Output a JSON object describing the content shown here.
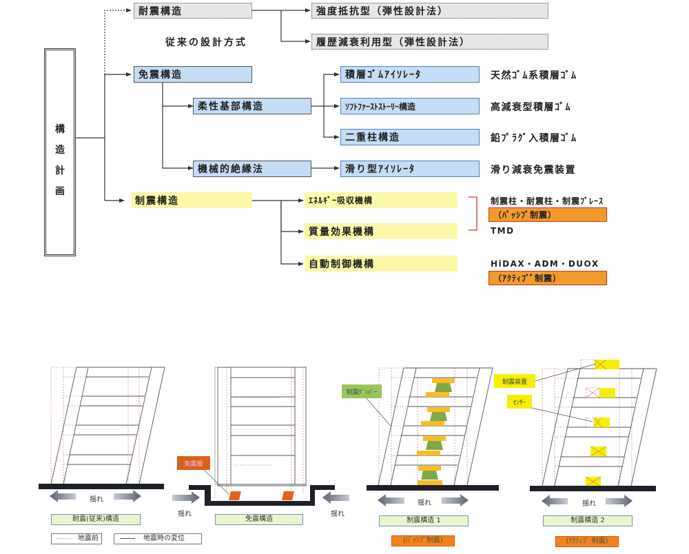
{
  "title": "構造計画",
  "title_chars": [
    "構",
    "造",
    "計",
    "画"
  ],
  "conventional_label": "従来の設計方式",
  "tree": {
    "seismic_resistant": {
      "label": "耐震構造",
      "children": [
        "強度抵抗型（弾性設計法）",
        "履歴減衰利用型（弾性設計法）"
      ]
    },
    "base_isolation": {
      "label": "免震構造",
      "flexible_base": {
        "label": "柔性基部構造",
        "children": [
          {
            "label": "積層ｺﾞﾑｱｲｿﾚｰﾀ",
            "note": "天然ｺﾞﾑ系積層ｺﾞﾑ"
          },
          {
            "label": "ｿﾌﾄﾌｧｰｽﾄｽﾄｰﾘｰ構造",
            "note": "高減衰型積層ｺﾞﾑ"
          },
          {
            "label": "二重柱構造",
            "note": "鉛ﾌﾟﾗｸﾞ入積層ｺﾞﾑ"
          }
        ]
      },
      "mechanical": {
        "label": "機械的絶縁法",
        "children": [
          {
            "label": "滑り型ｱｲｿﾚｰﾀ",
            "note": "滑り減衰免震装置"
          }
        ]
      }
    },
    "vibration_control": {
      "label": "制震構造",
      "children": [
        {
          "label": "ｴﾈﾙｷﾞｰ吸収機構",
          "note": "制震柱・耐震柱・制震ﾌﾞﾚｰｽ"
        },
        {
          "label": "質量効果機構",
          "note": "TMD"
        },
        {
          "label": "自動制御機構",
          "note": "HiDAX・ADM・DUOX"
        }
      ],
      "passive_tag": "（ﾊﾟｯｼﾌﾞ制震）",
      "active_tag": "（ｱｸﾃｨﾌﾞﾞ制震）"
    }
  },
  "bottom": {
    "sway_label": "揺れ",
    "panels": [
      {
        "caption": "耐震(従来)構造"
      },
      {
        "caption": "免震構造",
        "callout": "免震層"
      },
      {
        "caption": "制震構造 1",
        "callout": "制震ﾀﾞﾝﾊﾟｰ",
        "subcaption": "(ﾊﾟｯｼﾌﾞ制震)"
      },
      {
        "caption": "制震構造 2",
        "callout_device": "制震装置",
        "callout_sensor": "ｾﾝｻｰ",
        "subcaption": "(ｱｸﾃｨﾌﾞ 制震)"
      }
    ],
    "legend": {
      "before": "地震前",
      "during": "地震時の変位"
    }
  },
  "colors": {
    "gray_box": "#e6e6e6",
    "blue_box": "#c5dcf5",
    "yellow_box": "#fbf8a8",
    "orange_tag": "#f39a2b",
    "red_bracket": "#d0303a",
    "ground": "#1e2028"
  }
}
